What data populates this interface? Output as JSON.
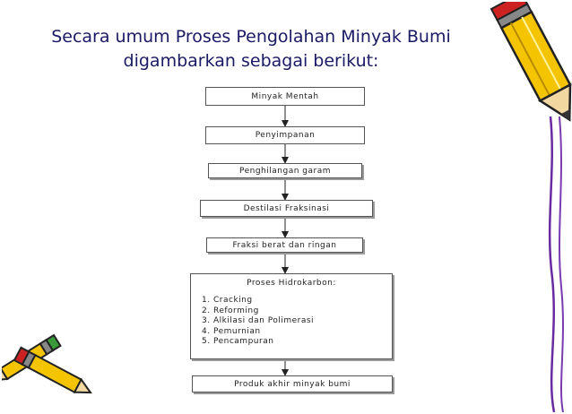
{
  "title": {
    "line1": "Secara umum Proses Pengolahan Minyak Bumi",
    "line2": "digambarkan sebagai berikut:"
  },
  "flow": {
    "step1": "Minyak Mentah",
    "step2": "Penyimpanan",
    "step3": "Penghilangan garam",
    "step4": "Destilasi Fraksinasi",
    "step5": "Fraksi berat dan ringan",
    "process": {
      "title": "Proses Hidrokarbon:",
      "items": [
        "Cracking",
        "Reforming",
        "Alkilasi dan Polimerasi",
        "Pemurnian",
        "Pencampuran"
      ]
    },
    "step7": "Produk akhir minyak bumi"
  },
  "colors": {
    "title_text": "#1a1a66",
    "box_border": "#555555",
    "arrow": "#222222"
  },
  "icons": [
    "pencil-icon",
    "pencils-icon"
  ]
}
